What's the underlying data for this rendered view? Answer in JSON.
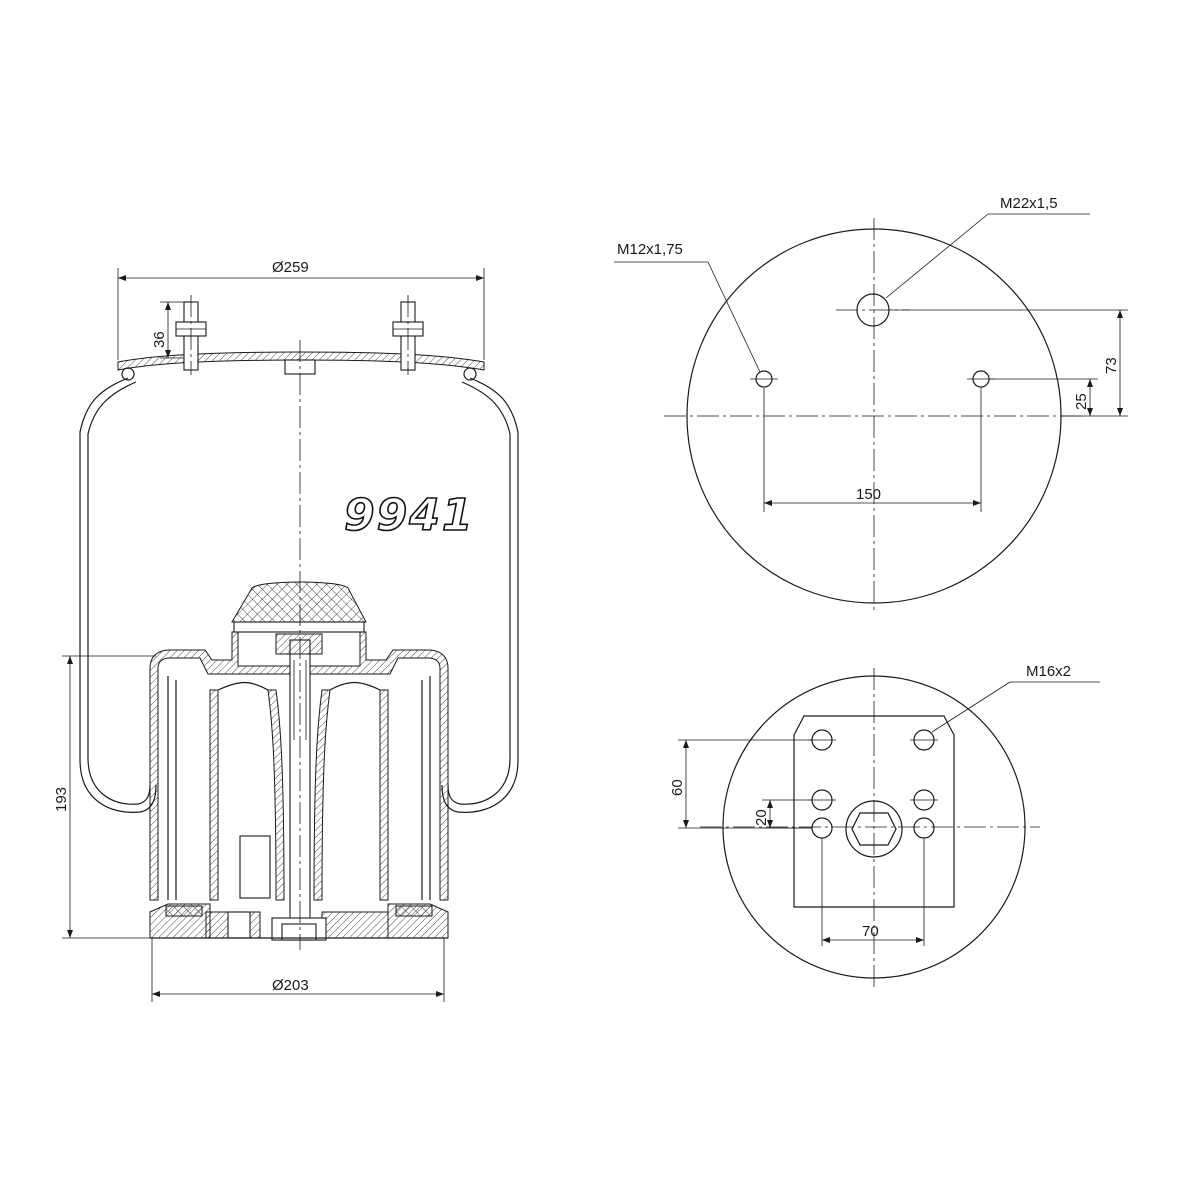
{
  "part_number": "9941",
  "side_view": {
    "top_diameter": "Ø259",
    "bottom_diameter": "Ø203",
    "stud_height": "36",
    "total_height": "193"
  },
  "top_plate_view": {
    "air_port_thread": "M22x1,5",
    "stud_thread": "M12x1,75",
    "stud_spacing": "150",
    "port_offset": "73",
    "stud_offset": "25"
  },
  "bottom_plate_view": {
    "bolt_thread": "M16x2",
    "hole_row_spacing": "60",
    "hole_pitch": "20",
    "hole_column_spacing": "70"
  }
}
